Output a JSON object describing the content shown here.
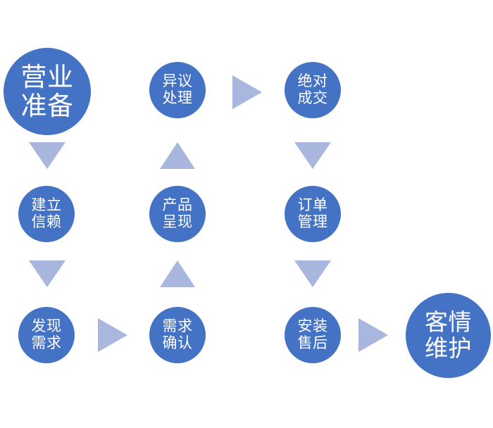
{
  "diagram": {
    "type": "flowchart",
    "background_color": "#ffffff",
    "node_color": "#4472c4",
    "node_text_color": "#ffffff",
    "arrow_color": "#a9b6dd",
    "nodes": [
      {
        "id": "n1",
        "label": "营业\n准备",
        "size": "lg",
        "row": 1,
        "col": 1
      },
      {
        "id": "n2",
        "label": "建立\n信赖",
        "size": "sm",
        "row": 2,
        "col": 1
      },
      {
        "id": "n3",
        "label": "发现\n需求",
        "size": "sm",
        "row": 3,
        "col": 1
      },
      {
        "id": "n4",
        "label": "需求\n确认",
        "size": "sm",
        "row": 3,
        "col": 2
      },
      {
        "id": "n5",
        "label": "产品\n呈现",
        "size": "sm",
        "row": 2,
        "col": 2
      },
      {
        "id": "n6",
        "label": "异议\n处理",
        "size": "sm",
        "row": 1,
        "col": 2
      },
      {
        "id": "n7",
        "label": "绝对\n成交",
        "size": "sm",
        "row": 1,
        "col": 3
      },
      {
        "id": "n8",
        "label": "订单\n管理",
        "size": "sm",
        "row": 2,
        "col": 3
      },
      {
        "id": "n9",
        "label": "安装\n售后",
        "size": "sm",
        "row": 3,
        "col": 3
      },
      {
        "id": "n10",
        "label": "客情\n维护",
        "size": "md",
        "row": 3,
        "col": 4
      }
    ],
    "arrows": [
      {
        "id": "a1",
        "direction": "down",
        "from": "n1",
        "to": "n2"
      },
      {
        "id": "a2",
        "direction": "down",
        "from": "n2",
        "to": "n3"
      },
      {
        "id": "a3",
        "direction": "right",
        "from": "n3",
        "to": "n4"
      },
      {
        "id": "a4",
        "direction": "up",
        "from": "n4",
        "to": "n5"
      },
      {
        "id": "a5",
        "direction": "up",
        "from": "n5",
        "to": "n6"
      },
      {
        "id": "a6",
        "direction": "right",
        "from": "n6",
        "to": "n7"
      },
      {
        "id": "a7",
        "direction": "down",
        "from": "n7",
        "to": "n8"
      },
      {
        "id": "a8",
        "direction": "down",
        "from": "n8",
        "to": "n9"
      },
      {
        "id": "a9",
        "direction": "right",
        "from": "n9",
        "to": "n10"
      }
    ]
  }
}
